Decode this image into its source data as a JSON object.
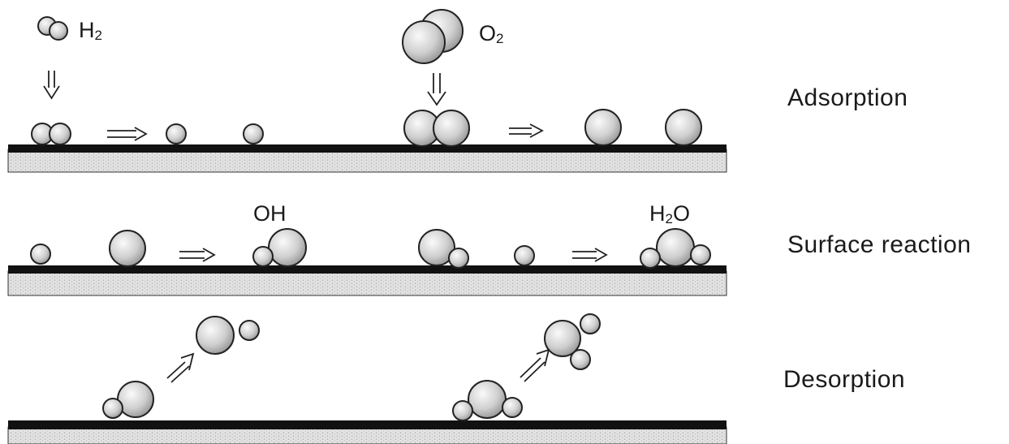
{
  "stages": [
    {
      "id": "adsorption",
      "label": "Adsorption"
    },
    {
      "id": "surface-reaction",
      "label": "Surface reaction"
    },
    {
      "id": "desorption",
      "label": "Desorption"
    }
  ],
  "species": {
    "h2": {
      "base": "H",
      "sub": "2",
      "post": ""
    },
    "o2": {
      "base": "O",
      "sub": "2",
      "post": ""
    },
    "oh": {
      "base": "OH",
      "sub": "",
      "post": ""
    },
    "h2o": {
      "base": "H",
      "sub": "2",
      "post": "O"
    }
  },
  "colors": {
    "surface": "#111111",
    "substrate": "#e2e2e2",
    "atom": "#cfcfcf",
    "outline": "#222222"
  }
}
